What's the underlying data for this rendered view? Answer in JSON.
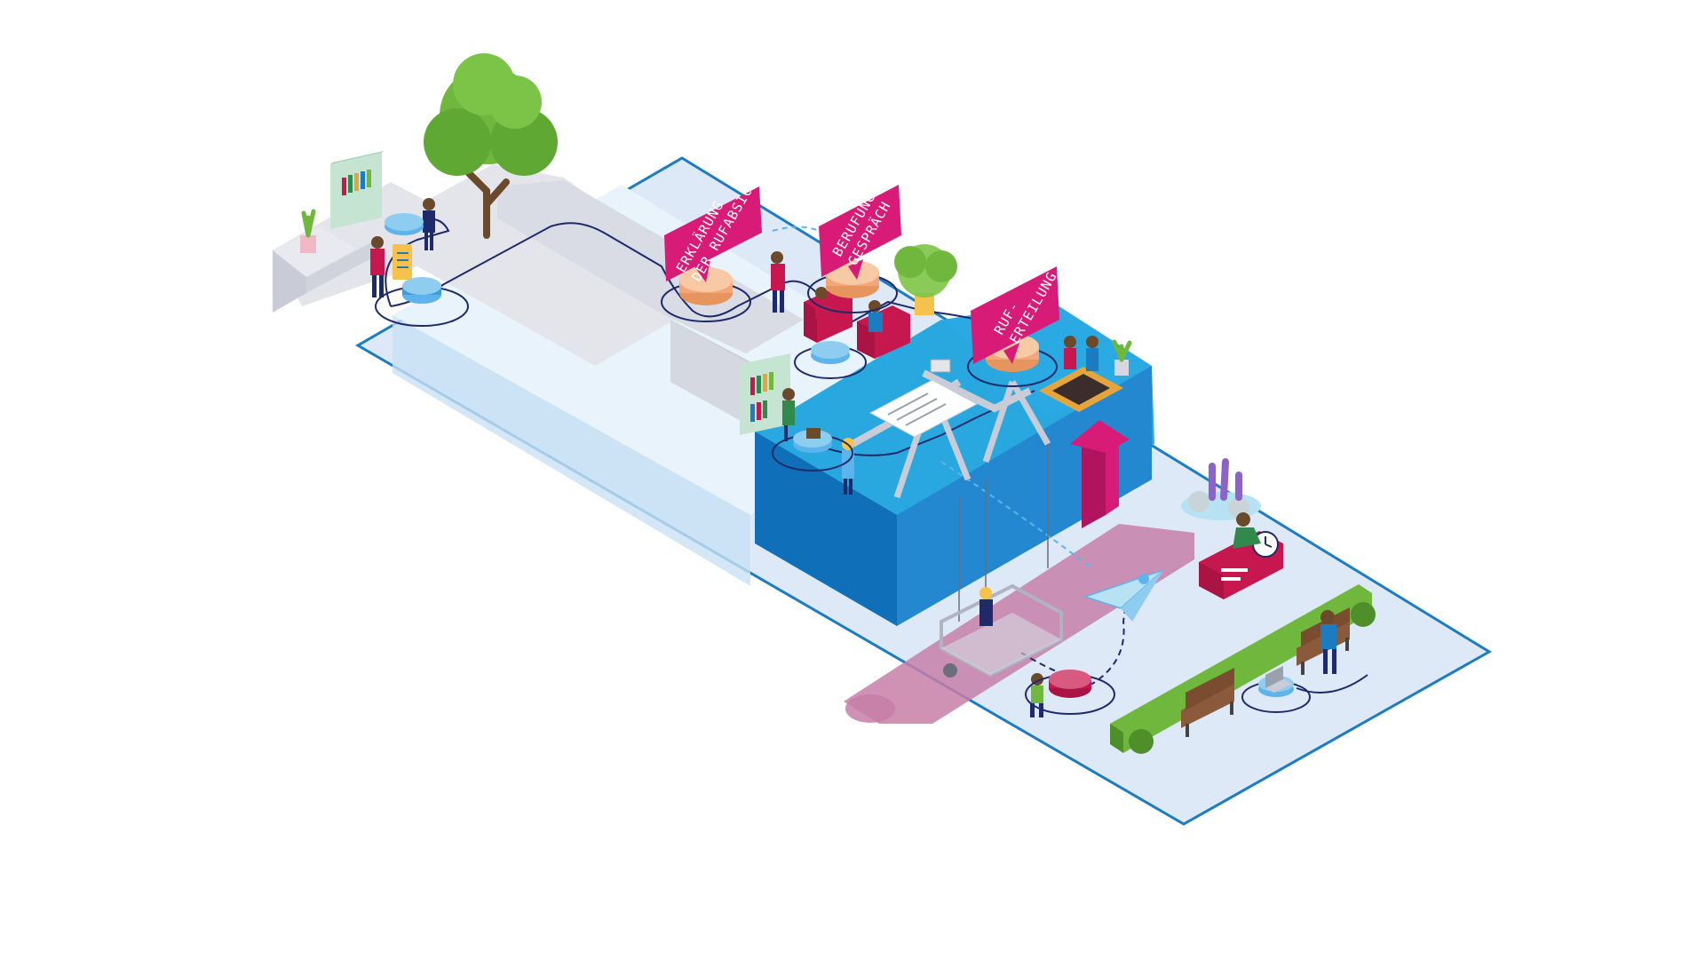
{
  "signs": [
    {
      "id": "erklaerung",
      "lines": [
        "ERKLÄRUNG",
        "DER RUFABSICHT"
      ]
    },
    {
      "id": "berufung",
      "lines": [
        "BERUFUNGS-",
        "GESPRÄCH"
      ]
    },
    {
      "id": "ruferteilung",
      "lines": [
        "RUF-",
        "ERTEILUNG"
      ]
    }
  ],
  "colors": {
    "outline": "#1b7cc1",
    "floor": "#dde9f7",
    "platform_top": "#29a8e0",
    "platform_left": "#0f6fb8",
    "platform_right": "#2388d0",
    "grey_top": "#e6e8ee",
    "grey_side": "#c9ccd6",
    "magenta": "#d81b77",
    "path_pink": "#c77fa8",
    "node_blue": "#5db3ec",
    "node_orange": "#f6b48a",
    "node_red": "#c6184e",
    "green": "#6fb83d",
    "path_line": "#1f2a6b"
  },
  "icons": [
    "tree-icon",
    "bookshelf-icon",
    "plant-icon",
    "armchair-icon",
    "crane-icon",
    "gondola-icon",
    "paper-plane-icon",
    "bench-icon",
    "clock-icon",
    "arrow-up-icon",
    "carpet-icon",
    "laptop-icon",
    "person-icon"
  ]
}
